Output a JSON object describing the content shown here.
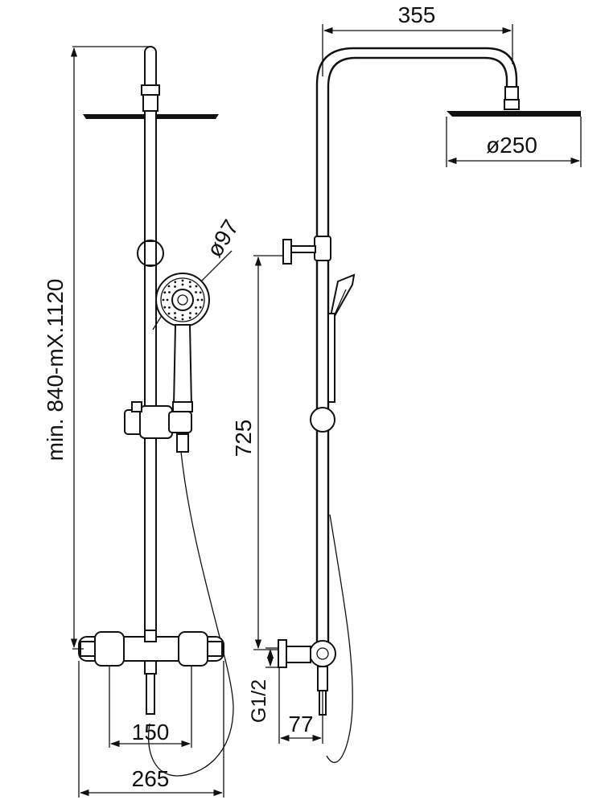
{
  "dimensions": {
    "arm_reach": "355",
    "head_diameter": "ø250",
    "hand_shower_diameter": "ø97",
    "column_height": "min. 840-mX.1120",
    "valve_to_holder": "725",
    "inlet_spacing": "150",
    "mixer_width": "265",
    "thread": "G1/2",
    "wall_offset": "77"
  }
}
